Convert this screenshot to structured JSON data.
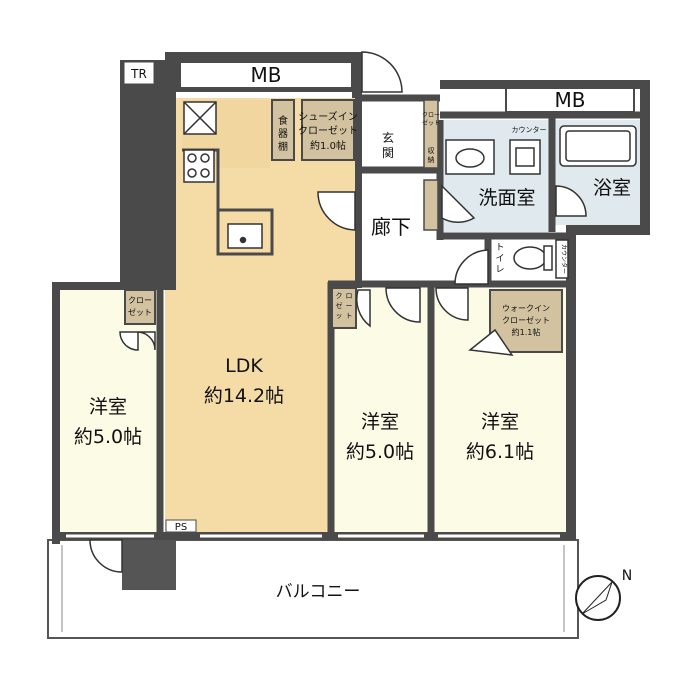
{
  "labels": {
    "mb_top": "MB",
    "mb_right": "MB",
    "tr": "TR",
    "ps": "PS",
    "shoe_closet_1": "シューズイン",
    "shoe_closet_2": "クローゼット",
    "shoe_closet_3": "約1.0帖",
    "shokki_1": "食",
    "shokki_2": "器",
    "shokki_3": "棚",
    "genkan_1": "玄",
    "genkan_2": "関",
    "closet_a_1": "クロー",
    "closet_a_2": "ゼット",
    "shuno_1": "収",
    "shuno_2": "納",
    "counter_bath": "カウンター",
    "senmen": "洗面室",
    "yokushitsu": "浴室",
    "rouka": "廊下",
    "toilet_1": "ト",
    "toilet_2": "イ",
    "toilet_3": "レ",
    "counter_toilet": "カウンター",
    "closet_small_1": "クロー",
    "closet_small_2": "ゼット",
    "closet_mid_1": "ク",
    "closet_mid_2": "ロ",
    "closet_mid_3": "ー",
    "closet_mid_4": "ゼ",
    "closet_mid_5": "ッ",
    "closet_mid_6": "ト",
    "wic_1": "ウォークイン",
    "wic_2": "クローゼット",
    "wic_3": "約1.1帖",
    "ldk_1": "LDK",
    "ldk_2": "約14.2帖",
    "room_left_1": "洋室",
    "room_left_2": "約5.0帖",
    "room_mid_1": "洋室",
    "room_mid_2": "約5.0帖",
    "room_right_1": "洋室",
    "room_right_2": "約6.1帖",
    "balcony": "バルコニー",
    "north": "N"
  },
  "colors": {
    "wall": "#4a4a4a",
    "room_fill": "#fbfbe6",
    "ldk_fill": "#f5dca6",
    "closet_fill": "#d2c2a0",
    "wet_fill": "#dfe9ee"
  }
}
